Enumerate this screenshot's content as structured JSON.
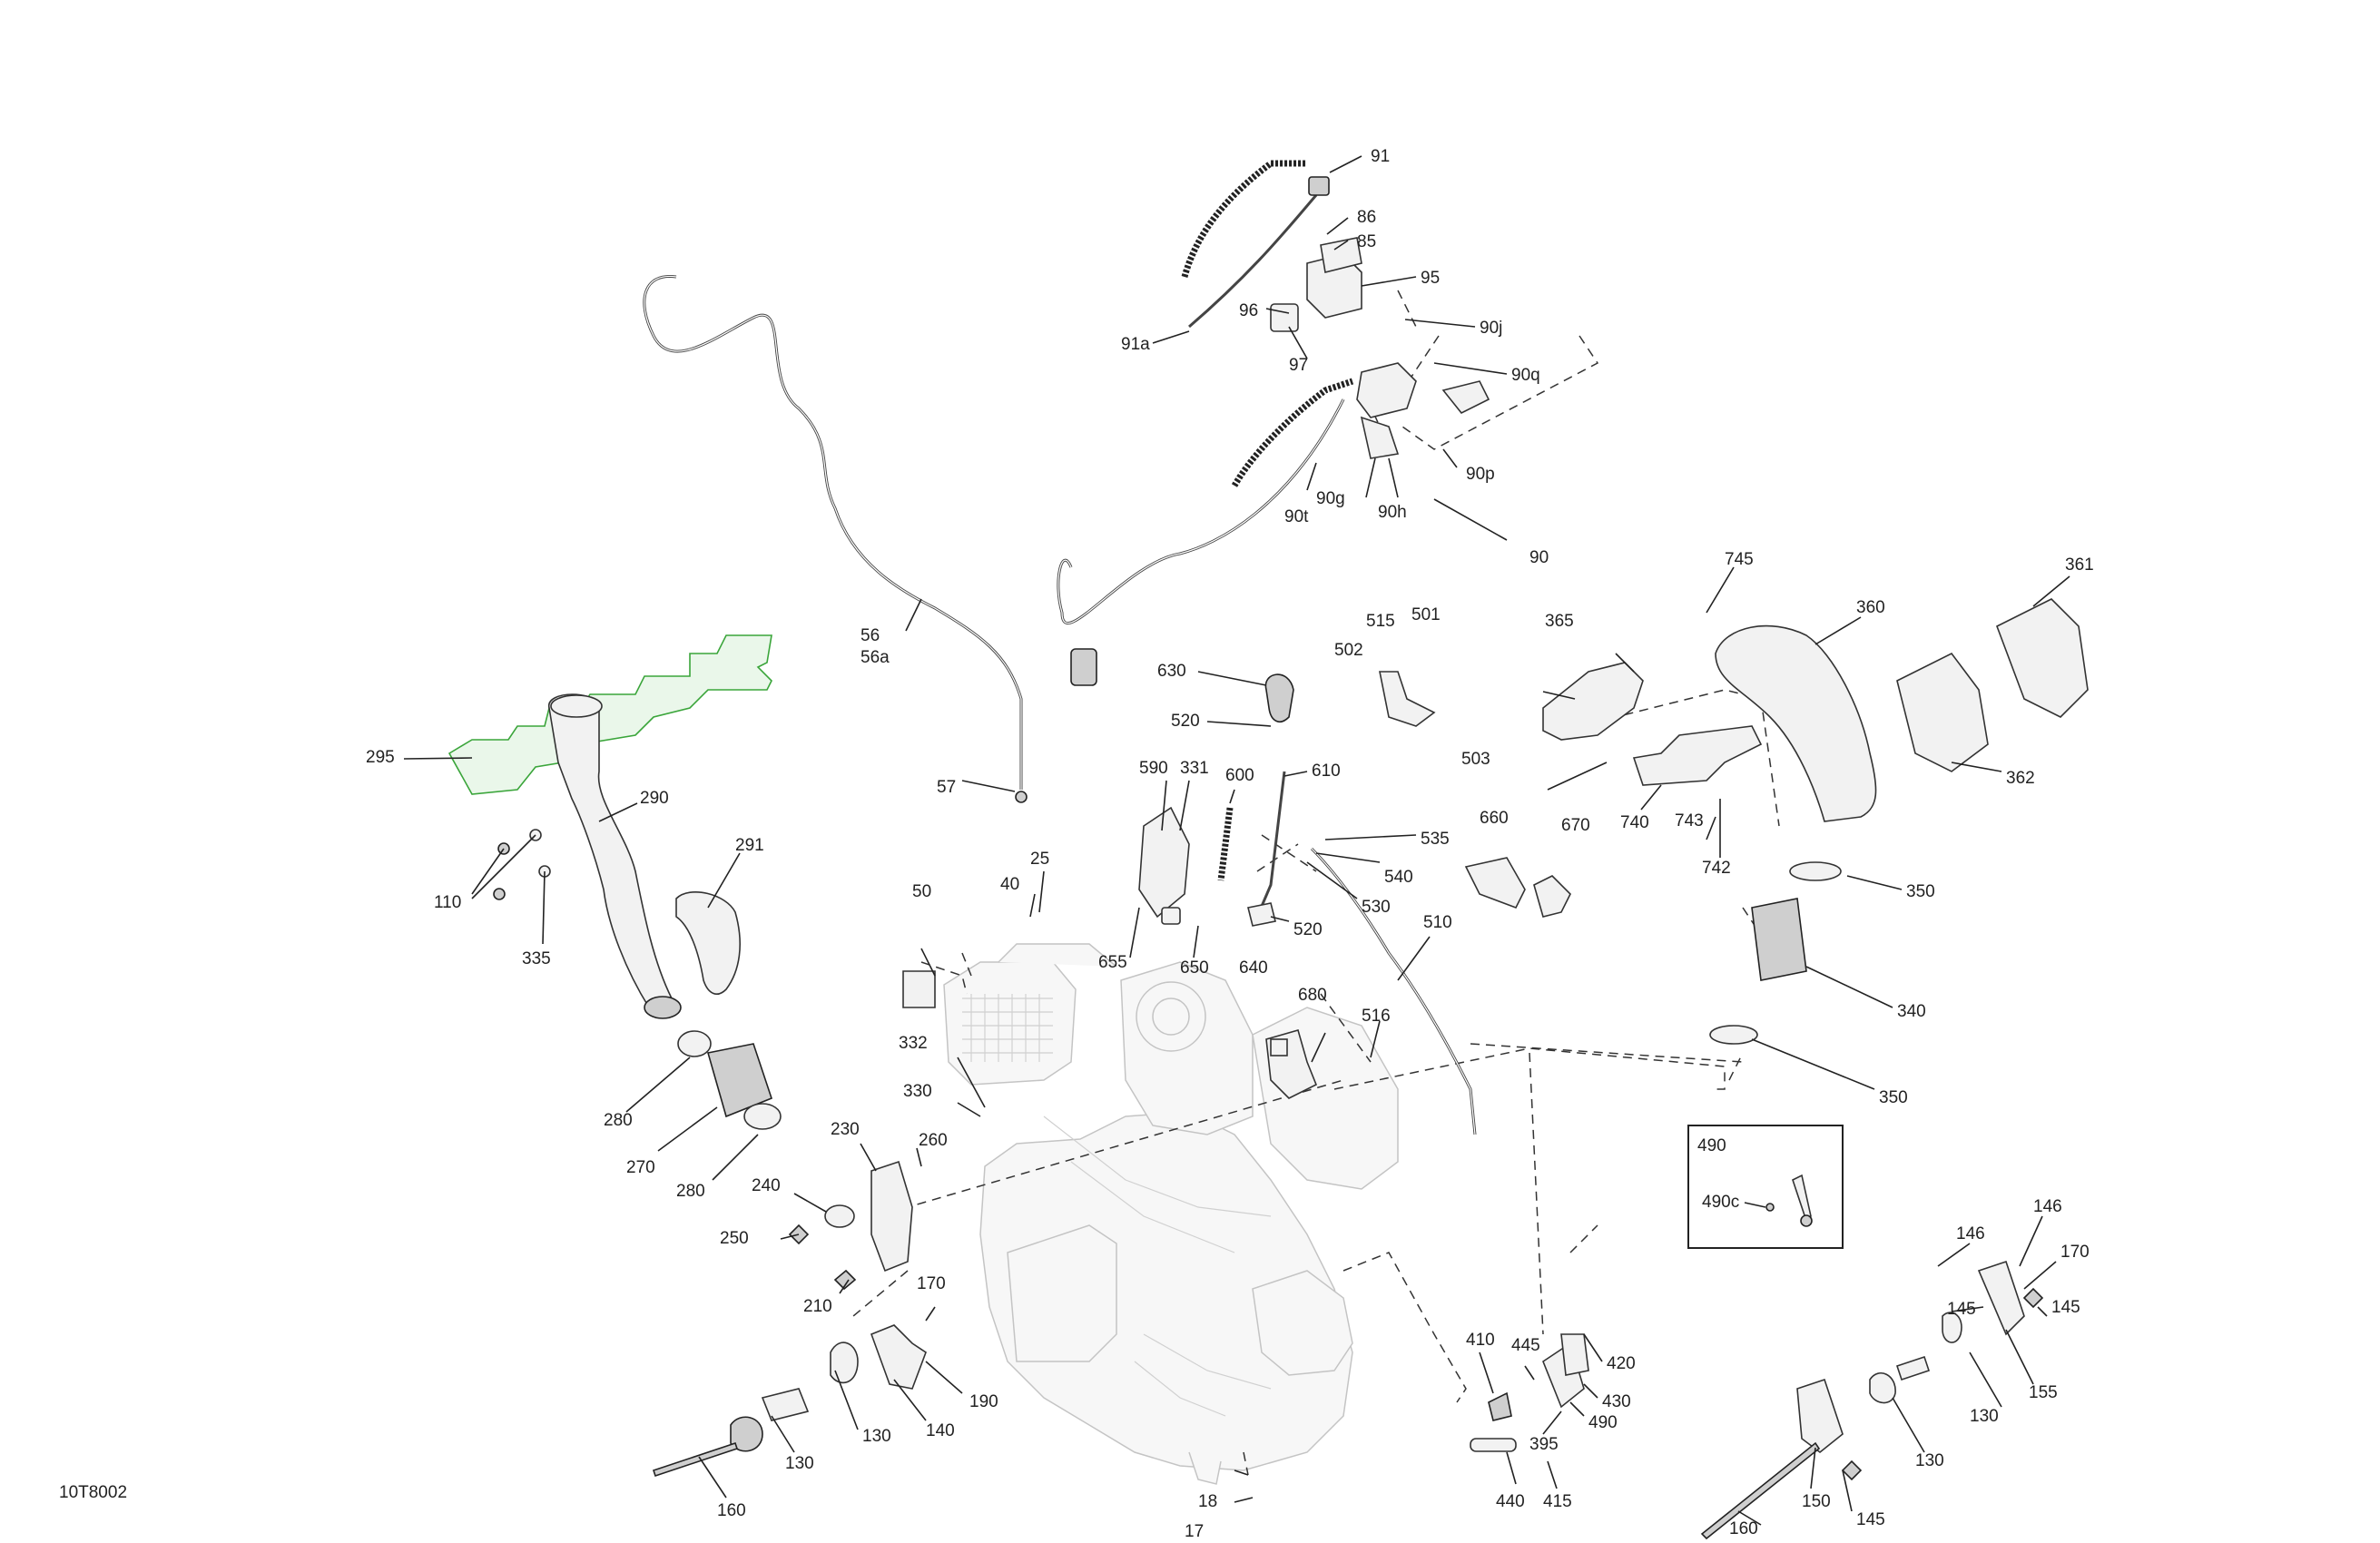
{
  "diagram": {
    "code": "10T8002",
    "legend_box": {
      "title": "490",
      "item": "490c"
    },
    "labels": {
      "91": "91",
      "91a": "91a",
      "86": "86",
      "85": "85",
      "95": "95",
      "96": "96",
      "97": "97",
      "90j": "90j",
      "90q": "90q",
      "90p": "90p",
      "90g": "90g",
      "90h": "90h",
      "90t": "90t",
      "90": "90",
      "56": "56",
      "56a": "56a",
      "57": "57",
      "295": "295",
      "290": "290",
      "291": "291",
      "110": "110",
      "335": "335",
      "280a": "280",
      "270": "270",
      "280b": "280",
      "630": "630",
      "520a": "520",
      "590": "590",
      "331": "331",
      "600": "600",
      "610": "610",
      "535": "535",
      "540": "540",
      "530": "530",
      "520b": "520",
      "640": "640",
      "650": "650",
      "655": "655",
      "510": "510",
      "515": "515",
      "501": "501",
      "502": "502",
      "503": "503",
      "660": "660",
      "670": "670",
      "680": "680",
      "516": "516",
      "50": "50",
      "40": "40",
      "25": "25",
      "332": "332",
      "330": "330",
      "230": "230",
      "260": "260",
      "240": "240",
      "250": "250",
      "210": "210",
      "170a": "170",
      "190": "190",
      "140": "140",
      "130a": "130",
      "130b": "130",
      "160a": "160",
      "18": "18",
      "17": "17",
      "745": "745",
      "365": "365",
      "360": "360",
      "361": "361",
      "362": "362",
      "740": "740",
      "743": "743",
      "742": "742",
      "350a": "350",
      "340": "340",
      "350b": "350",
      "410": "410",
      "445": "445",
      "420": "420",
      "430": "430",
      "490": "490",
      "395": "395",
      "440": "440",
      "415": "415",
      "146a": "146",
      "146b": "146",
      "170b": "170",
      "145a": "145",
      "145b": "145",
      "145c": "145",
      "130c": "130",
      "130d": "130",
      "155": "155",
      "150": "150",
      "160b": "160"
    }
  }
}
